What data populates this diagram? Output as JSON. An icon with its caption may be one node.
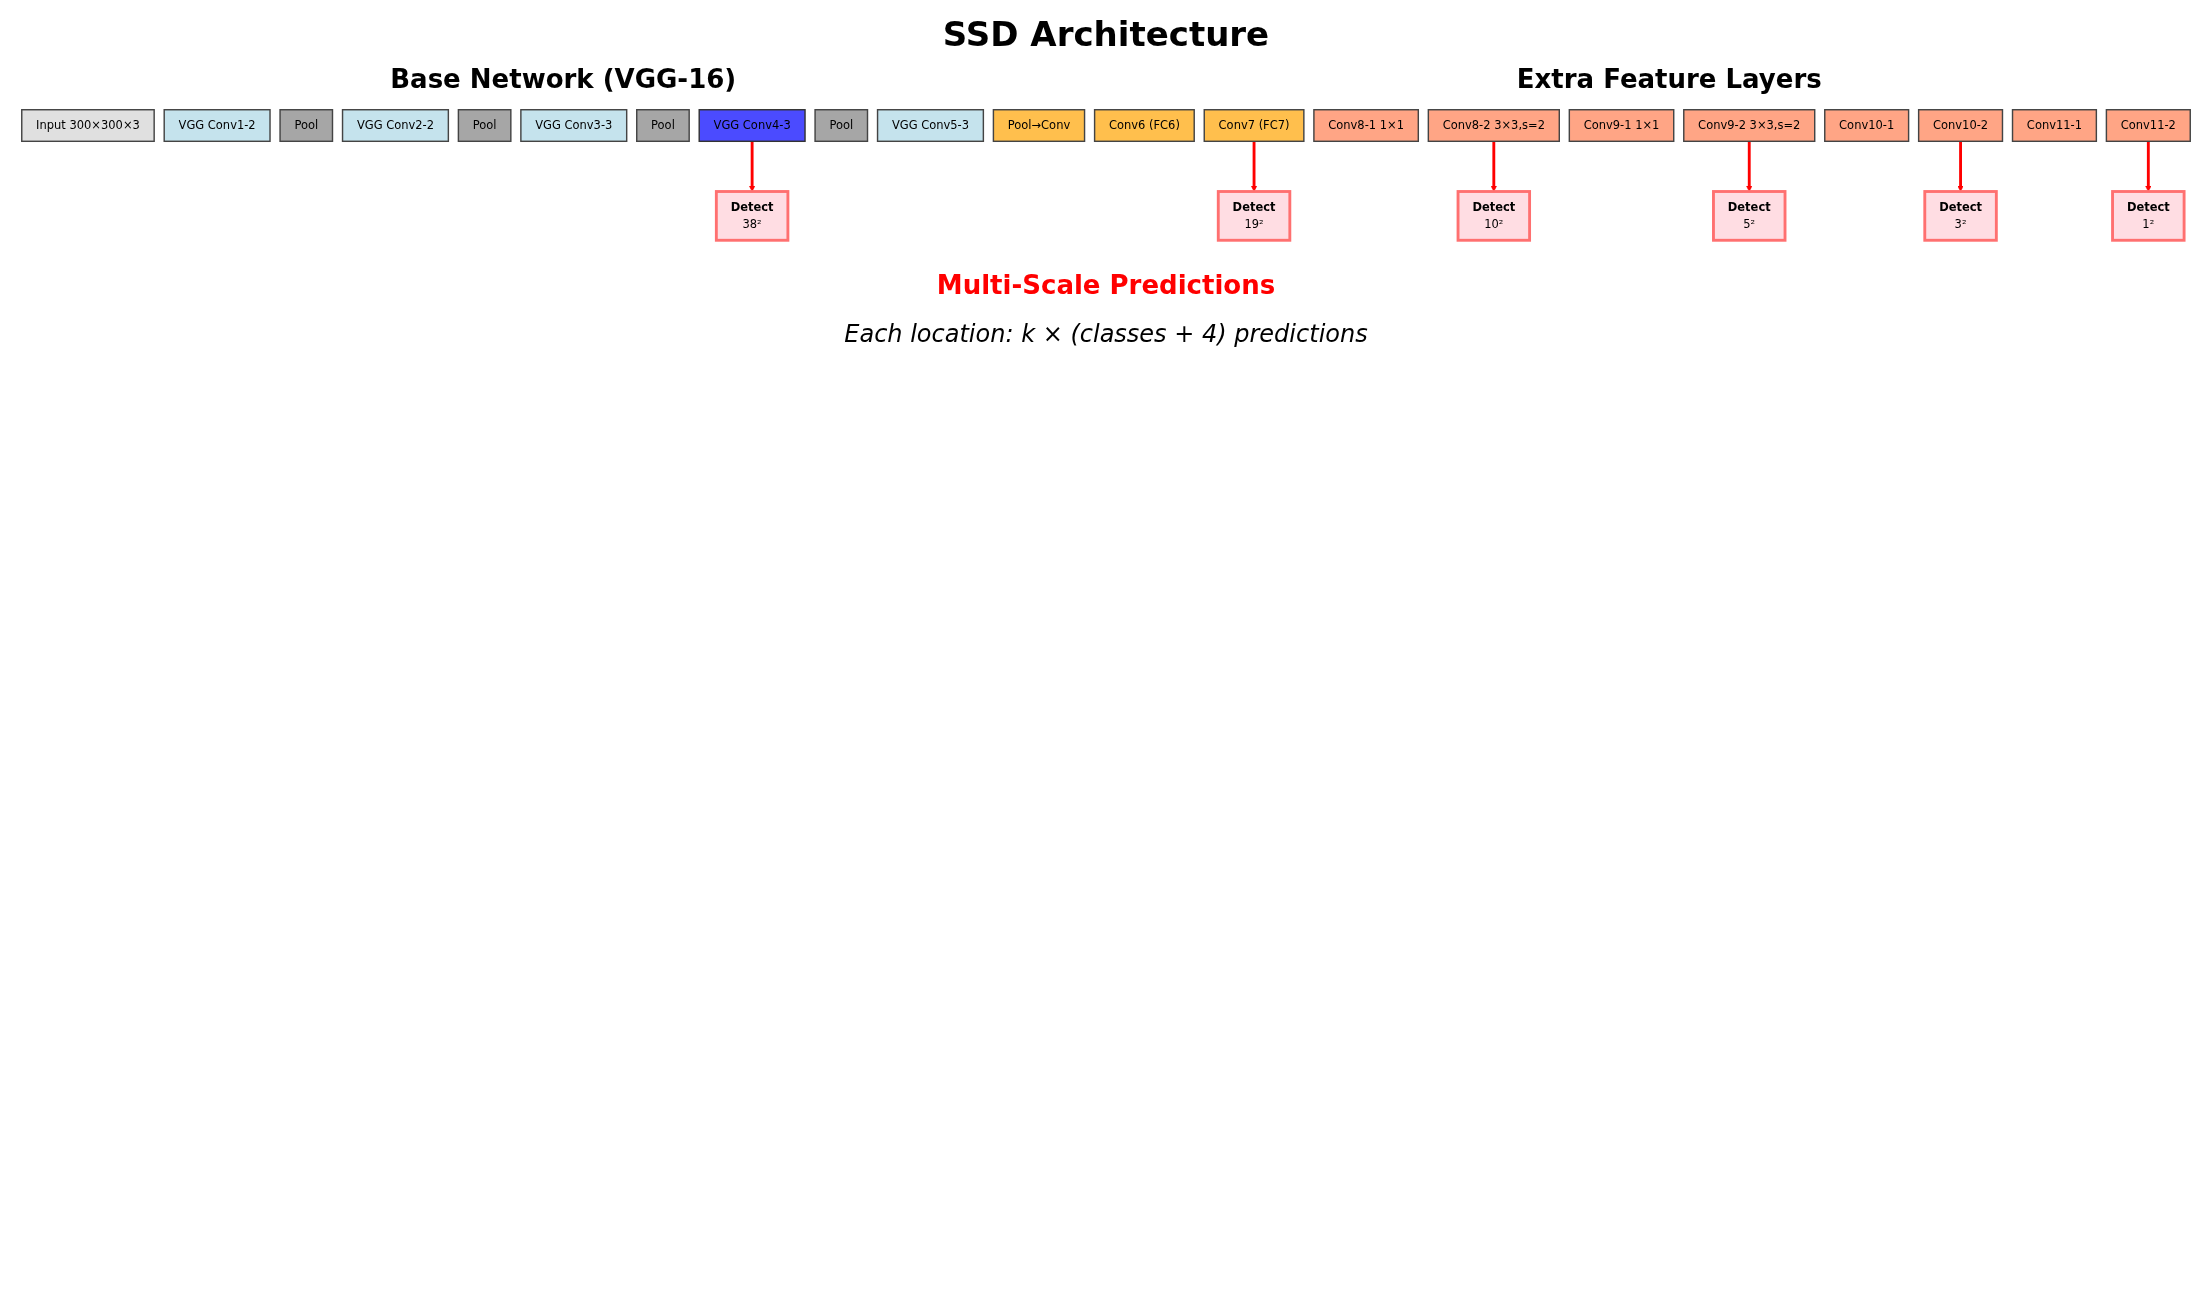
{
  "diagram": {
    "title": "SSD Architecture",
    "nodes": [
      {
        "text": [
          "Input 300×300×3"
        ]
      },
      {
        "text": [
          "VGG Conv1-2"
        ]
      },
      {
        "text": [
          "Pool"
        ]
      },
      {
        "text": [
          "VGG Conv2-2"
        ]
      },
      {
        "text": [
          "Pool"
        ]
      },
      {
        "text": [
          "VGG Conv3-3"
        ]
      },
      {
        "text": [
          "Pool"
        ]
      },
      {
        "text": [
          "VGG Conv4-3"
        ]
      },
      {
        "text": [
          "Pool"
        ]
      },
      {
        "text": [
          "VGG Conv5-3"
        ]
      },
      {
        "text": [
          "Pool→Conv"
        ]
      },
      {
        "text": [
          "Conv6 (FC6)"
        ]
      },
      {
        "text": [
          "Conv7 (FC7)"
        ]
      },
      {
        "text": [
          "Conv8-1 1×1"
        ]
      },
      {
        "text": [
          "Conv8-2 3×3,s=2"
        ]
      },
      {
        "text": [
          "Conv9-1 1×1"
        ]
      },
      {
        "text": [
          "Conv9-2 3×3,s=2"
        ]
      },
      {
        "text": [
          "Conv10-1"
        ]
      },
      {
        "text": [
          "Conv10-2"
        ]
      },
      {
        "text": [
          "Conv11-1"
        ]
      },
      {
        "text": [
          "Conv11-2"
        ]
      },
      {
        "text": [
          "Detect",
          "38²"
        ]
      },
      {
        "text": [
          "Detect",
          "19²"
        ]
      },
      {
        "text": [
          "Detect",
          "10²"
        ]
      },
      {
        "text": [
          "Detect",
          "5²"
        ]
      },
      {
        "text": [
          "Detect",
          "3²"
        ]
      },
      {
        "text": [
          "Detect",
          "1²"
        ]
      }
    ],
    "edges": [
      {
        "from": 7,
        "to": 21,
        "arrow": "to"
      },
      {
        "from": 12,
        "to": 22,
        "arrow": "to"
      },
      {
        "from": 14,
        "to": 23,
        "arrow": "to"
      },
      {
        "from": 16,
        "to": 24,
        "arrow": "to"
      },
      {
        "from": 18,
        "to": 25,
        "arrow": "to"
      },
      {
        "from": 20,
        "to": 26,
        "arrow": "to"
      }
    ],
    "labels": [
      "Base Network (VGG-16)",
      "Extra Feature Layers",
      "Multi-Scale Predictions",
      "Each location: k × (classes + 4) predictions"
    ]
  }
}
